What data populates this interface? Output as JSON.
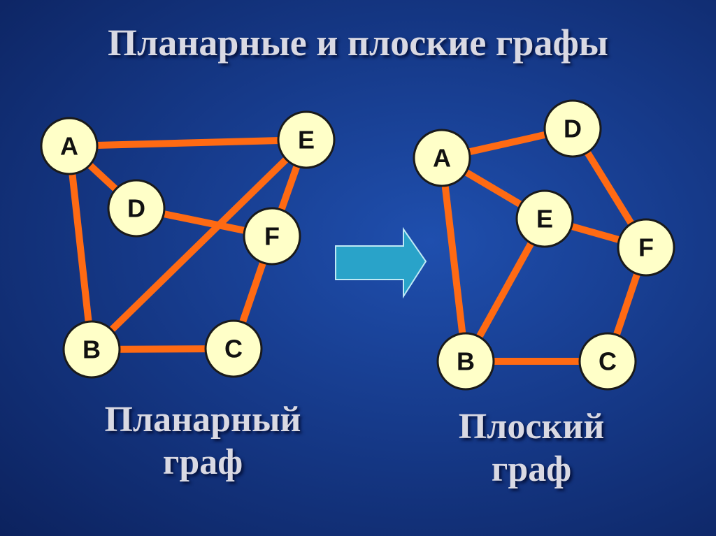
{
  "title": "Планарные и плоские графы",
  "captions": {
    "left_line1": "Планарный",
    "left_line2": "граф",
    "right_line1": "Плоский",
    "right_line2": "граф"
  },
  "colors": {
    "edge": "#ff6a13",
    "node_fill": "#ffffc8",
    "node_stroke": "#1a1a1a",
    "arrow_fill": "#29a3c9",
    "arrow_stroke": "#bfe9f5"
  },
  "graphs": [
    {
      "id": "planar",
      "nodes": [
        "A",
        "D",
        "E",
        "F",
        "B",
        "C"
      ],
      "edges": [
        [
          "A",
          "E"
        ],
        [
          "A",
          "D"
        ],
        [
          "A",
          "B"
        ],
        [
          "D",
          "F"
        ],
        [
          "E",
          "F"
        ],
        [
          "E",
          "B"
        ],
        [
          "F",
          "C"
        ],
        [
          "B",
          "C"
        ]
      ]
    },
    {
      "id": "plane",
      "nodes": [
        "A",
        "D",
        "E",
        "F",
        "B",
        "C"
      ],
      "edges": [
        [
          "A",
          "D"
        ],
        [
          "A",
          "E"
        ],
        [
          "A",
          "B"
        ],
        [
          "D",
          "F"
        ],
        [
          "E",
          "F"
        ],
        [
          "E",
          "B"
        ],
        [
          "F",
          "C"
        ],
        [
          "B",
          "C"
        ]
      ]
    }
  ],
  "arrow_icon": "right-arrow-icon"
}
